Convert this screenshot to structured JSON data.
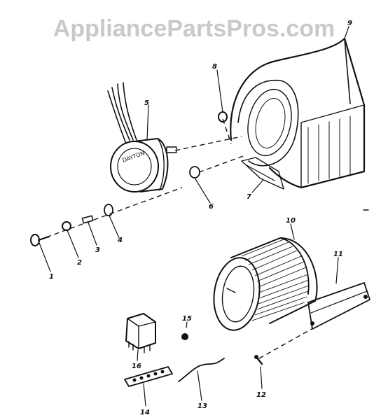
{
  "watermark": "AppliancePartsPros.com",
  "callouts": {
    "c1": "1",
    "c2": "2",
    "c3": "3",
    "c4": "4",
    "c5": "5",
    "c6": "6",
    "c7": "7",
    "c8": "8",
    "c9": "9",
    "c10": "10",
    "c11": "11",
    "c12": "12",
    "c13": "13",
    "c14": "14",
    "c15": "15",
    "c16": "16"
  },
  "colors": {
    "ink": "#111111",
    "watermark": "#c9c9c9",
    "background": "#ffffff"
  }
}
